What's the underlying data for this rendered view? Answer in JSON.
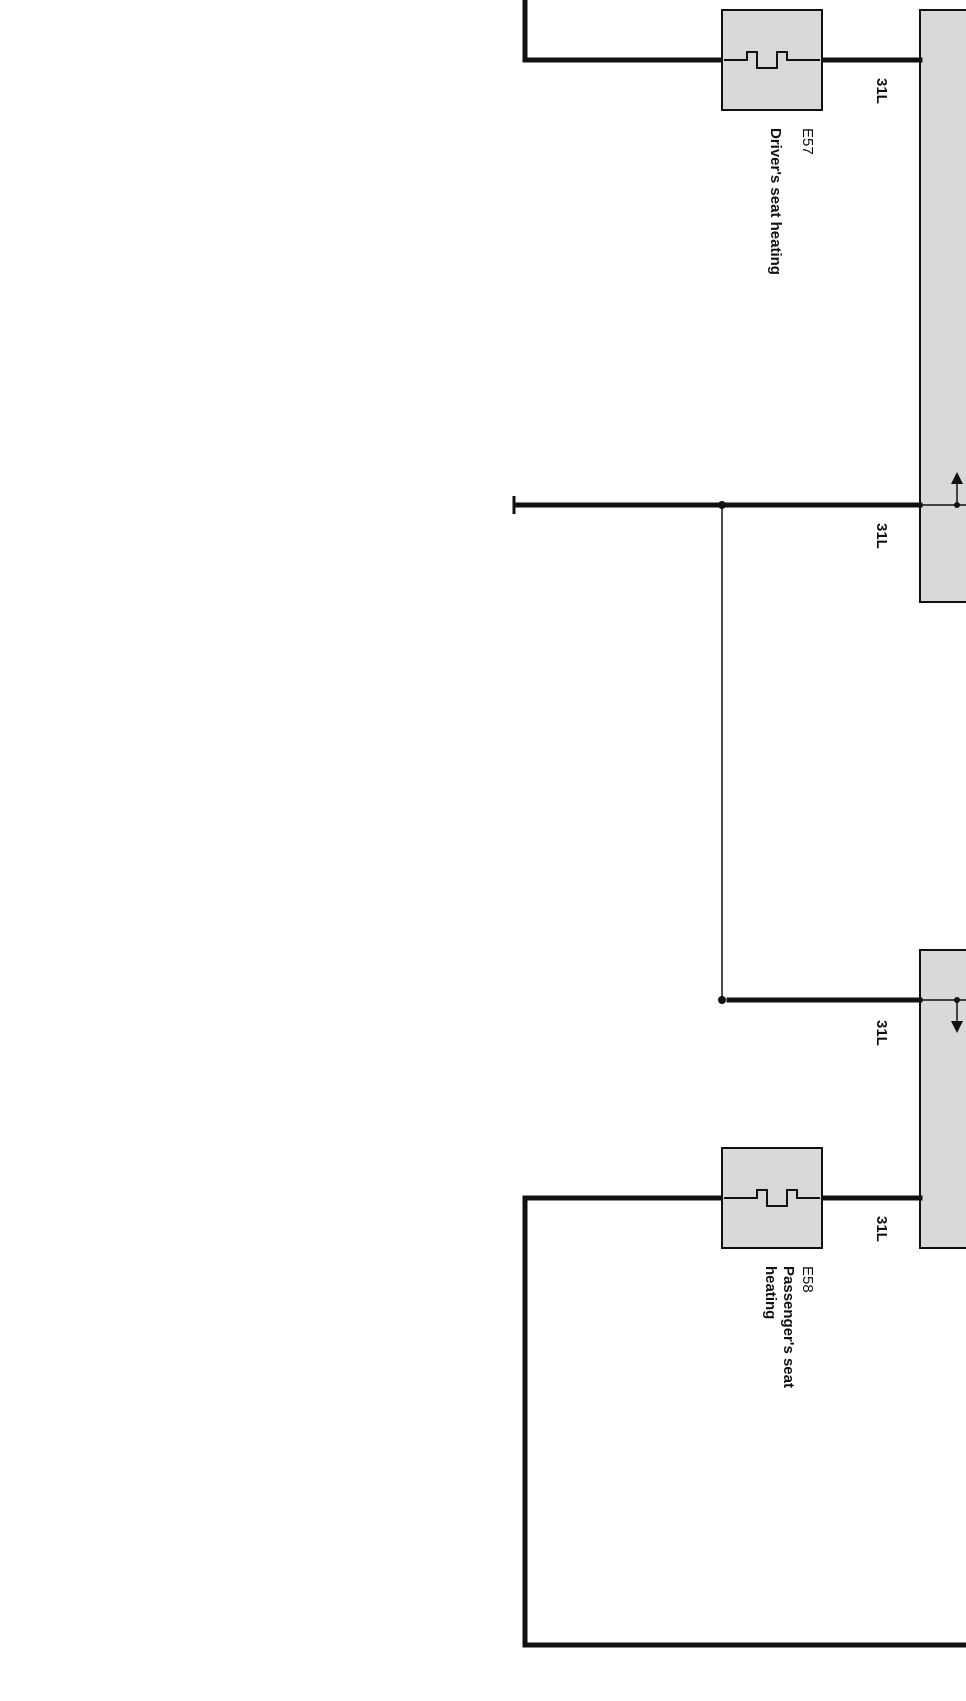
{
  "colors": {
    "wire": "#111111",
    "component_fill": "#d9d9d9",
    "background": "#ffffff"
  },
  "wire_labels": {
    "top": "31L",
    "upper_mid": "31L",
    "lower_mid": "31L",
    "bottom": "31L"
  },
  "components": {
    "driver_heater": {
      "code": "E57",
      "name": "Driver's seat heating"
    },
    "passenger_heater": {
      "code": "E58",
      "name_line1": "Passenger's seat",
      "name_line2": "heating"
    }
  }
}
